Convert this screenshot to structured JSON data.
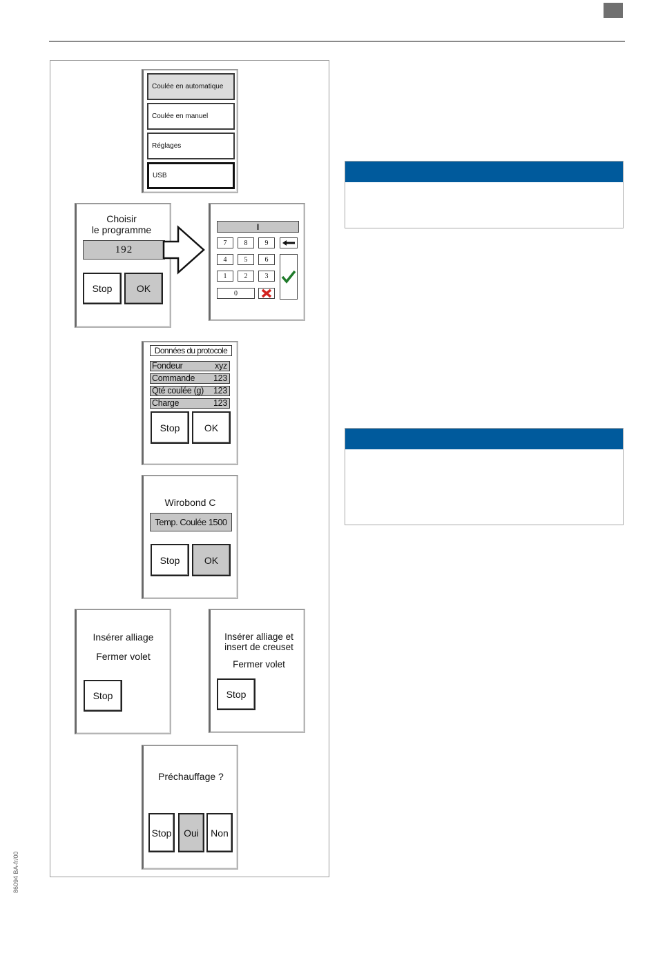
{
  "page": {
    "doc_code": "86094 BA-fr/00"
  },
  "menu_screen": {
    "items": [
      "Coulée en automatique",
      "Coulée en manuel",
      "Réglages",
      "USB"
    ]
  },
  "program_screen": {
    "title_line1": "Choisir",
    "title_line2": "le programme",
    "value": "192",
    "stop": "Stop",
    "ok": "OK"
  },
  "keypad": {
    "display": "I",
    "keys": [
      "7",
      "8",
      "9",
      "4",
      "5",
      "6",
      "1",
      "2",
      "3",
      "0"
    ],
    "backspace_icon": "arrow-left-icon",
    "confirm_icon": "check-icon",
    "cancel_icon": "cross-icon"
  },
  "protocol_screen": {
    "title": "Données du protocole",
    "rows": [
      {
        "label": "Fondeur",
        "value": "xyz"
      },
      {
        "label": "Commande",
        "value": "123"
      },
      {
        "label": "Qté coulée (g)",
        "value": "123"
      },
      {
        "label": "Charge",
        "value": "123"
      }
    ],
    "stop": "Stop",
    "ok": "OK"
  },
  "alloy_screen": {
    "name": "Wirobond C",
    "temp_field": "Temp. Coulée 1500",
    "stop": "Stop",
    "ok": "OK"
  },
  "insert_screen": {
    "line1": "Insérer alliage",
    "line2": "Fermer volet",
    "stop": "Stop"
  },
  "insert_crucible_screen": {
    "line1a": "Insérer alliage et",
    "line1b": "insert de creuset",
    "line2": "Fermer volet",
    "stop": "Stop"
  },
  "preheat_screen": {
    "question": "Préchauffage ?",
    "stop": "Stop",
    "yes": "Oui",
    "no": "Non"
  },
  "colors": {
    "notice_header": "#005a9c",
    "button_selected": "#c8c8c8"
  }
}
